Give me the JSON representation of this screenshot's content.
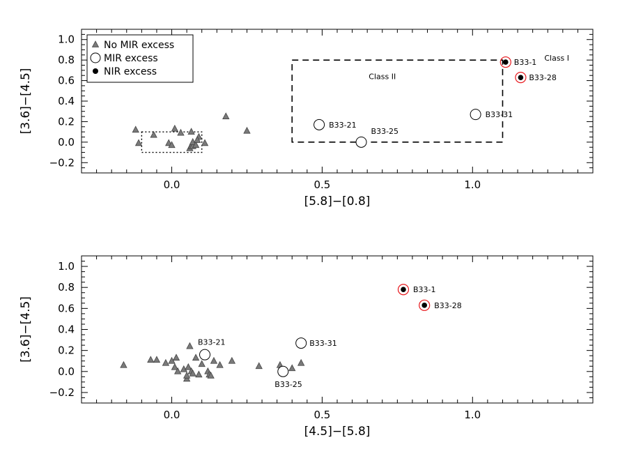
{
  "chart_data": [
    {
      "type": "scatter",
      "panel": "top",
      "xlabel": "[5.8]−[0.8]",
      "ylabel": "[3.6]−[4.5]",
      "xlim": [
        -0.3,
        1.4
      ],
      "ylim": [
        -0.3,
        1.1
      ],
      "xticks": [
        0.0,
        0.5,
        1.0
      ],
      "xtick_labels": [
        "0.0",
        "0.5",
        "1.0"
      ],
      "yticks": [
        -0.2,
        0.0,
        0.2,
        0.4,
        0.6,
        0.8,
        1.0
      ],
      "ytick_labels": [
        "−0.2",
        "0.0",
        "0.2",
        "0.4",
        "0.6",
        "0.8",
        "1.0"
      ],
      "legend": {
        "placement": "top-left",
        "entries": [
          {
            "label": "No MIR excess",
            "marker": "triangle"
          },
          {
            "label": "MIR excess",
            "marker": "open-circle"
          },
          {
            "label": "NIR excess",
            "marker": "filled-circle"
          }
        ]
      },
      "regions": [
        {
          "label": "Class II",
          "style": "dashed",
          "x": [
            0.4,
            1.1
          ],
          "y": [
            0.0,
            0.8
          ]
        },
        {
          "label": "",
          "style": "dotted",
          "x": [
            -0.1,
            0.1
          ],
          "y": [
            -0.1,
            0.1
          ]
        }
      ],
      "region_labels": [
        {
          "text": "Class II",
          "x": 0.7,
          "y": 0.64
        },
        {
          "text": "Class I",
          "x": 1.28,
          "y": 0.82
        }
      ],
      "series": [
        {
          "name": "No MIR excess",
          "marker": "triangle",
          "points": [
            {
              "x": -0.12,
              "y": 0.12
            },
            {
              "x": -0.11,
              "y": -0.01
            },
            {
              "x": -0.06,
              "y": 0.07
            },
            {
              "x": -0.01,
              "y": -0.01
            },
            {
              "x": 0.0,
              "y": -0.03
            },
            {
              "x": 0.01,
              "y": 0.13
            },
            {
              "x": 0.03,
              "y": 0.09
            },
            {
              "x": 0.06,
              "y": -0.06
            },
            {
              "x": 0.065,
              "y": -0.04
            },
            {
              "x": 0.07,
              "y": -0.04
            },
            {
              "x": 0.065,
              "y": 0.1
            },
            {
              "x": 0.07,
              "y": 0.0
            },
            {
              "x": 0.08,
              "y": -0.03
            },
            {
              "x": 0.09,
              "y": 0.05
            },
            {
              "x": 0.085,
              "y": 0.02
            },
            {
              "x": 0.11,
              "y": -0.01
            },
            {
              "x": 0.18,
              "y": 0.25
            },
            {
              "x": 0.25,
              "y": 0.11
            }
          ]
        },
        {
          "name": "MIR excess",
          "marker": "open-circle",
          "points": [
            {
              "x": 0.49,
              "y": 0.17,
              "label": "B33-21"
            },
            {
              "x": 0.63,
              "y": 0.0,
              "label": "B33-25"
            },
            {
              "x": 1.01,
              "y": 0.27,
              "label": "B33-31"
            }
          ]
        },
        {
          "name": "NIR excess",
          "marker": "filled-circle",
          "points": [
            {
              "x": 1.11,
              "y": 0.78,
              "label": "B33-1"
            },
            {
              "x": 1.16,
              "y": 0.63,
              "label": "B33-28"
            }
          ]
        }
      ]
    },
    {
      "type": "scatter",
      "panel": "bottom",
      "xlabel": "[4.5]−[5.8]",
      "ylabel": "[3.6]−[4.5]",
      "xlim": [
        -0.3,
        1.4
      ],
      "ylim": [
        -0.3,
        1.1
      ],
      "xticks": [
        0.0,
        0.5,
        1.0
      ],
      "xtick_labels": [
        "0.0",
        "0.5",
        "1.0"
      ],
      "yticks": [
        -0.2,
        0.0,
        0.2,
        0.4,
        0.6,
        0.8,
        1.0
      ],
      "ytick_labels": [
        "−0.2",
        "0.0",
        "0.2",
        "0.4",
        "0.6",
        "0.8",
        "1.0"
      ],
      "series": [
        {
          "name": "No MIR excess",
          "marker": "triangle",
          "points": [
            {
              "x": -0.16,
              "y": 0.06
            },
            {
              "x": -0.07,
              "y": 0.11
            },
            {
              "x": -0.05,
              "y": 0.11
            },
            {
              "x": -0.02,
              "y": 0.08
            },
            {
              "x": 0.0,
              "y": 0.1
            },
            {
              "x": 0.01,
              "y": 0.04
            },
            {
              "x": 0.015,
              "y": 0.13
            },
            {
              "x": 0.02,
              "y": 0.0
            },
            {
              "x": 0.04,
              "y": 0.02
            },
            {
              "x": 0.05,
              "y": -0.07
            },
            {
              "x": 0.05,
              "y": -0.04
            },
            {
              "x": 0.055,
              "y": 0.04
            },
            {
              "x": 0.06,
              "y": 0.24
            },
            {
              "x": 0.065,
              "y": 0.0
            },
            {
              "x": 0.07,
              "y": -0.02
            },
            {
              "x": 0.08,
              "y": 0.13
            },
            {
              "x": 0.09,
              "y": -0.03
            },
            {
              "x": 0.1,
              "y": 0.07
            },
            {
              "x": 0.12,
              "y": 0.0
            },
            {
              "x": 0.125,
              "y": -0.03
            },
            {
              "x": 0.13,
              "y": -0.04
            },
            {
              "x": 0.14,
              "y": 0.1
            },
            {
              "x": 0.16,
              "y": 0.06
            },
            {
              "x": 0.2,
              "y": 0.1
            },
            {
              "x": 0.29,
              "y": 0.05
            },
            {
              "x": 0.36,
              "y": 0.06
            },
            {
              "x": 0.37,
              "y": 0.0
            },
            {
              "x": 0.4,
              "y": 0.03
            },
            {
              "x": 0.43,
              "y": 0.08
            }
          ]
        },
        {
          "name": "MIR excess",
          "marker": "open-circle",
          "points": [
            {
              "x": 0.11,
              "y": 0.16,
              "label": "B33-21"
            },
            {
              "x": 0.37,
              "y": 0.0,
              "label": "B33-25"
            },
            {
              "x": 0.43,
              "y": 0.27,
              "label": "B33-31"
            }
          ]
        },
        {
          "name": "NIR excess",
          "marker": "filled-circle",
          "points": [
            {
              "x": 0.77,
              "y": 0.78,
              "label": "B33-1"
            },
            {
              "x": 0.84,
              "y": 0.63,
              "label": "B33-28"
            }
          ]
        }
      ]
    }
  ]
}
